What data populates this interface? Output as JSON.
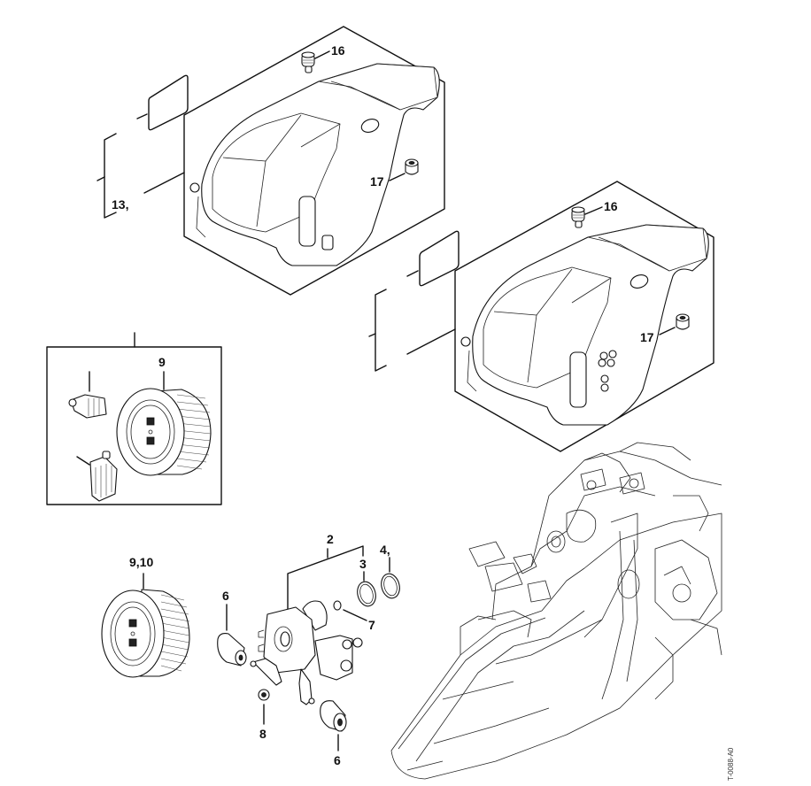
{
  "diagram": {
    "title": "Shroud / Air Filter / Carburetor Support exploded parts view",
    "drawing_code": "T-0088-A0",
    "callouts": {
      "cover_set_1": "13,",
      "plug_top_1": "16",
      "grommet_1": "17",
      "plug_top_2": "16",
      "grommet_2": "17",
      "filter_kit": "9",
      "filter_combo": "9,10",
      "carb_support": "2",
      "gasket_3": "3",
      "gasket_4": "4,",
      "oring": "7",
      "sleeve_top": "6",
      "sleeve_bottom": "6",
      "nut": "8"
    }
  }
}
